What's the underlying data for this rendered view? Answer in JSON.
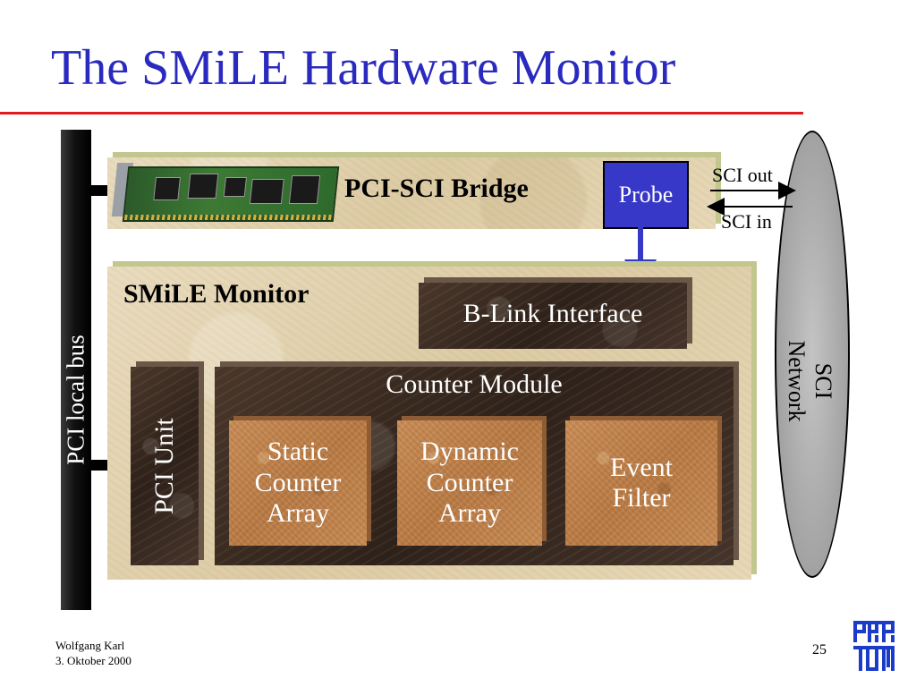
{
  "slide": {
    "title": "The SMiLE Hardware Monitor",
    "page_number": "25",
    "author": "Wolfgang Karl",
    "date": "3. Oktober 2000"
  },
  "diagram": {
    "pci_bus_label": "PCI local bus",
    "bridge_label": "PCI-SCI Bridge",
    "probe_label": "Probe",
    "sci_out_label": "SCI out",
    "sci_in_label": "SCI in",
    "sci_network_line1": "SCI",
    "sci_network_line2": "Network",
    "monitor_label": "SMiLE Monitor",
    "blink_label": "B-Link Interface",
    "counter_module_label": "Counter Module",
    "pci_unit_label": "PCI Unit",
    "static_counter": {
      "line1": "Static",
      "line2": "Counter",
      "line3": "Array"
    },
    "dynamic_counter": {
      "line1": "Dynamic",
      "line2": "Counter",
      "line3": "Array"
    },
    "event_filter": {
      "line1": "Event",
      "line2": "Filter"
    }
  },
  "colors": {
    "title": "#2a2ac0",
    "rule": "#e21a1a",
    "probe": "#3838c8",
    "arrow": "#3838c8"
  },
  "logo": {
    "name": "tum-logo-icon"
  }
}
